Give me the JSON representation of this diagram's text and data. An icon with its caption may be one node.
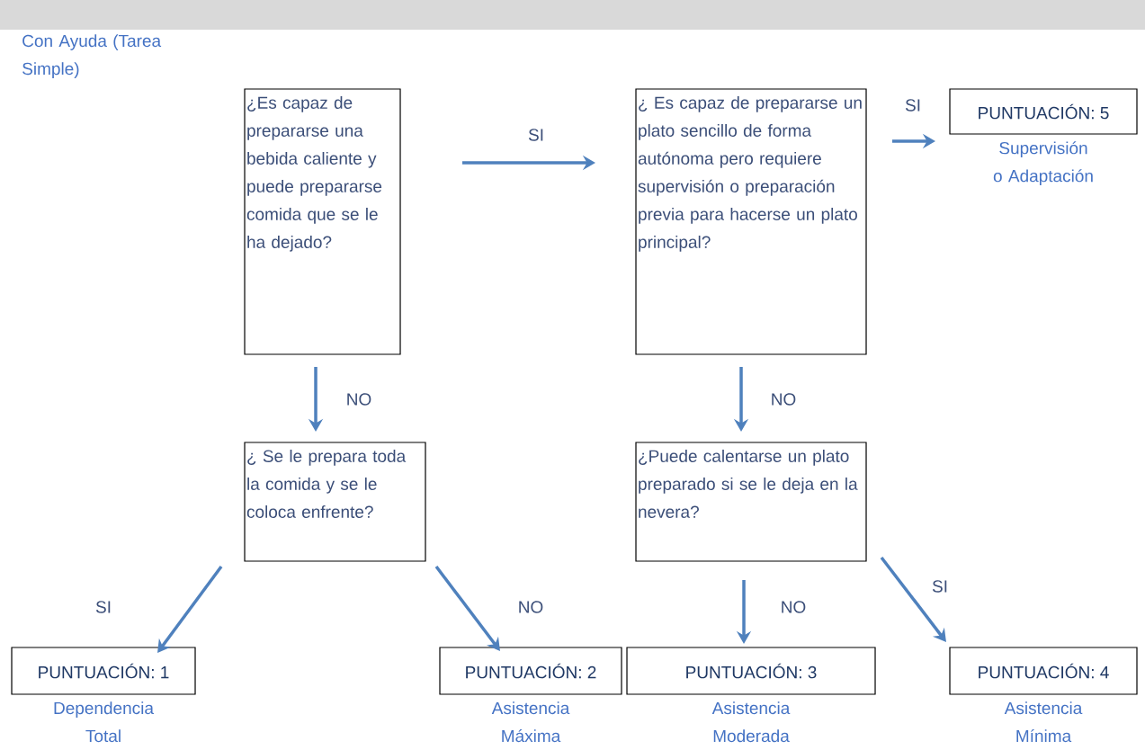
{
  "diagram": {
    "nodes": [
      {
        "text": [
          "¿Es capaz de prepararse una bebida caliente y puede prepararse comida que se le ha dejado?"
        ]
      },
      {
        "text": [
          "¿ Es capaz de prepararse un plato sencillo de forma autónoma pero requiere supervisión o preparación previa para hacerse un plato principal?"
        ]
      },
      {
        "text": [
          "PUNTUACIÓN: 5"
        ],
        "beside": [
          "Supervisión o Adaptación"
        ]
      },
      {
        "text": [
          "¿ Se le prepara toda la comida y se le coloca enfrente?"
        ]
      },
      {
        "text": [
          "¿Puede calentarse un plato preparado si se le deja en la nevera?"
        ]
      },
      {
        "text": [
          "PUNTUACIÓN: 1"
        ],
        "beside": [
          "Dependencia Total"
        ]
      },
      {
        "text": [
          "PUNTUACIÓN: 2"
        ],
        "beside": [
          "Asistencia Máxima"
        ]
      },
      {
        "text": [
          "PUNTUACIÓN: 3"
        ],
        "beside": [
          "Asistencia Moderada"
        ]
      },
      {
        "text": [
          "PUNTUACIÓN: 4"
        ],
        "beside": [
          "Asistencia Mínima"
        ]
      }
    ],
    "edges": [
      {
        "from": 0,
        "to": 1,
        "arrow": "to",
        "label": "SI"
      },
      {
        "from": 0,
        "to": 3,
        "arrow": "to",
        "label": "NO"
      },
      {
        "from": 1,
        "to": 2,
        "arrow": "to",
        "label": "SI"
      },
      {
        "from": 1,
        "to": 4,
        "arrow": "to",
        "label": "NO"
      },
      {
        "from": 3,
        "to": 5,
        "arrow": "to",
        "label": "SI"
      },
      {
        "from": 3,
        "to": 6,
        "arrow": "to",
        "label": "NO"
      },
      {
        "from": 4,
        "to": 7,
        "arrow": "to",
        "label": "NO"
      },
      {
        "from": 4,
        "to": 8,
        "arrow": "to",
        "label": "SI"
      }
    ],
    "labels": [
      "Con Ayuda (Tarea Simple)"
    ]
  }
}
